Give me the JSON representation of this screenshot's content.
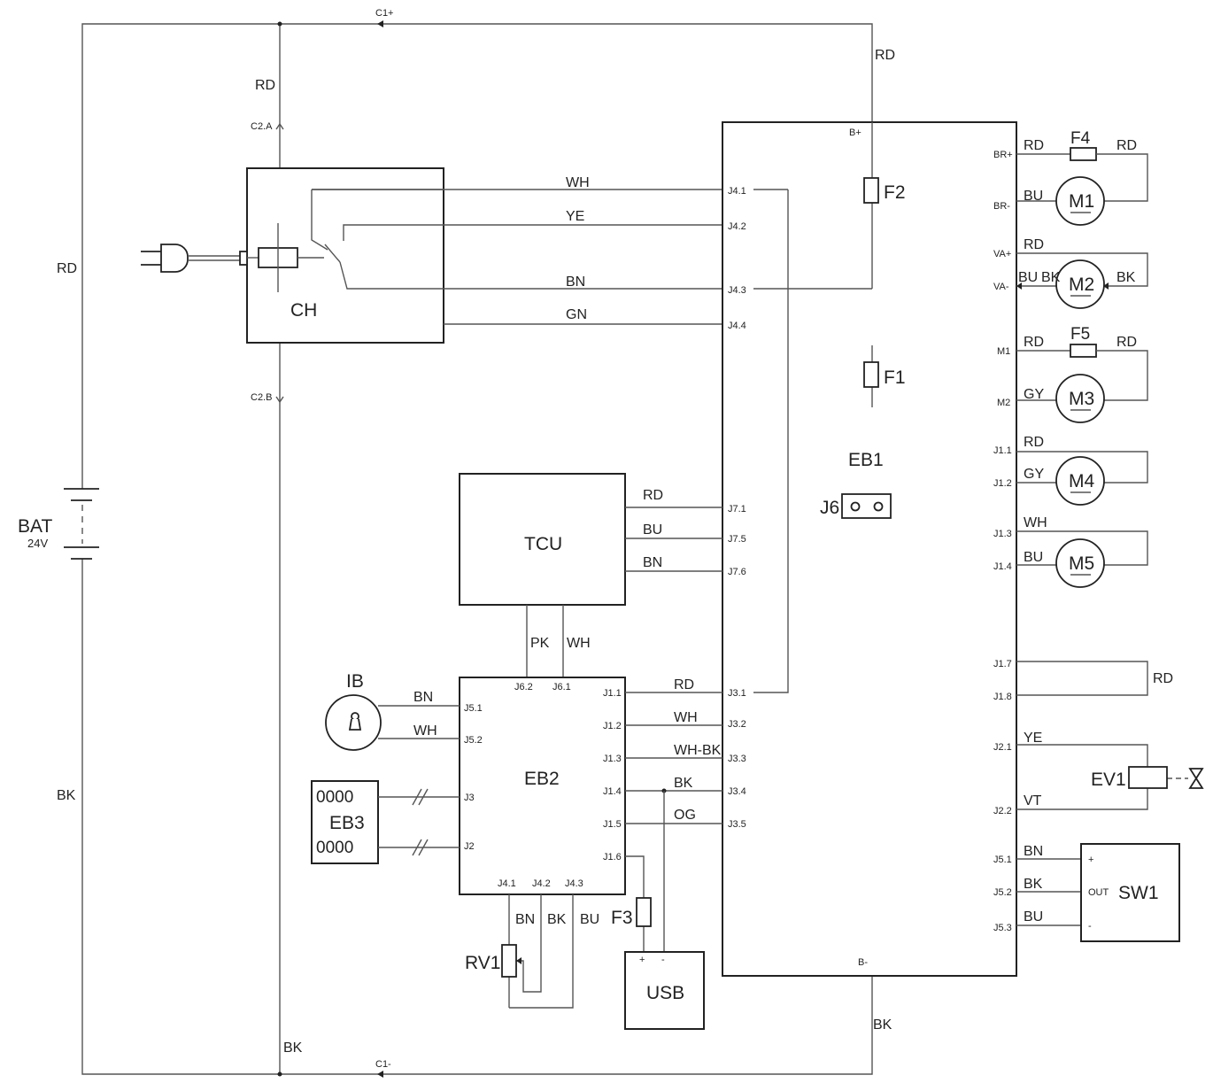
{
  "components": {
    "bat": {
      "name": "BAT",
      "voltage": "24V"
    },
    "ch": "CH",
    "tcu": "TCU",
    "eb1": "EB1",
    "eb2": "EB2",
    "eb3": "EB3",
    "ib": "IB",
    "usb": "USB",
    "rv1": "RV1",
    "sw1": "SW1",
    "ev1": "EV1",
    "j6": "J6",
    "fuses": [
      "F1",
      "F2",
      "F3",
      "F4",
      "F5"
    ],
    "motors": [
      "M1",
      "M2",
      "M3",
      "M4",
      "M5"
    ]
  },
  "connectors": {
    "c1_plus": "C1+",
    "c1_minus": "C1-",
    "c2a": "C2.A",
    "c2b": "C2.B",
    "b_plus": "B+",
    "b_minus": "B-"
  },
  "eb1_left_pins": [
    "J4.1",
    "J4.2",
    "J4.3",
    "J4.4",
    "J7.1",
    "J7.5",
    "J7.6",
    "J3.1",
    "J3.2",
    "J3.3",
    "J3.4",
    "J3.5"
  ],
  "eb1_right_pins": [
    "BR+",
    "BR-",
    "VA+",
    "VA-",
    "M1",
    "M2",
    "J1.1",
    "J1.2",
    "J1.3",
    "J1.4",
    "J1.7",
    "J1.8",
    "J2.1",
    "J2.2",
    "J5.1",
    "J5.2",
    "J5.3"
  ],
  "eb2_pins": {
    "right": [
      "J1.1",
      "J1.2",
      "J1.3",
      "J1.4",
      "J1.5",
      "J1.6"
    ],
    "left": [
      "J5.1",
      "J5.2",
      "J3",
      "J2"
    ],
    "top": [
      "J6.2",
      "J6.1"
    ],
    "bottom": [
      "J4.1",
      "J4.2",
      "J4.3"
    ]
  },
  "sw1_pins": [
    "+",
    "OUT",
    "-"
  ],
  "usb_pins": [
    "+",
    "-"
  ],
  "eb3_pins": [
    "0000",
    "0000"
  ],
  "wire_colors": {
    "ch_to_eb1": [
      "WH",
      "YE",
      "BN",
      "GN"
    ],
    "tcu_to_eb1": [
      "RD",
      "BU",
      "BN"
    ],
    "tcu_to_eb2": [
      "PK",
      "WH"
    ],
    "eb2_to_eb1": [
      "RD",
      "WH",
      "WH-BK",
      "BK",
      "OG"
    ],
    "ib_to_eb2": [
      "BN",
      "WH"
    ],
    "rv1_to_eb2": [
      "BN",
      "BK",
      "BU"
    ],
    "main_left": [
      "RD",
      "RD",
      "BK",
      "BK"
    ],
    "eb1_supply": [
      "RD",
      "BK"
    ],
    "m1": [
      "RD",
      "RD",
      "BU"
    ],
    "m2": [
      "RD",
      "BU",
      "BK",
      "BK"
    ],
    "m3": [
      "RD",
      "RD",
      "GY"
    ],
    "m4": [
      "RD",
      "GY"
    ],
    "m5": [
      "WH",
      "BU"
    ],
    "loop": "RD",
    "ev1": [
      "YE",
      "VT"
    ],
    "sw1": [
      "BN",
      "BK",
      "BU"
    ]
  }
}
